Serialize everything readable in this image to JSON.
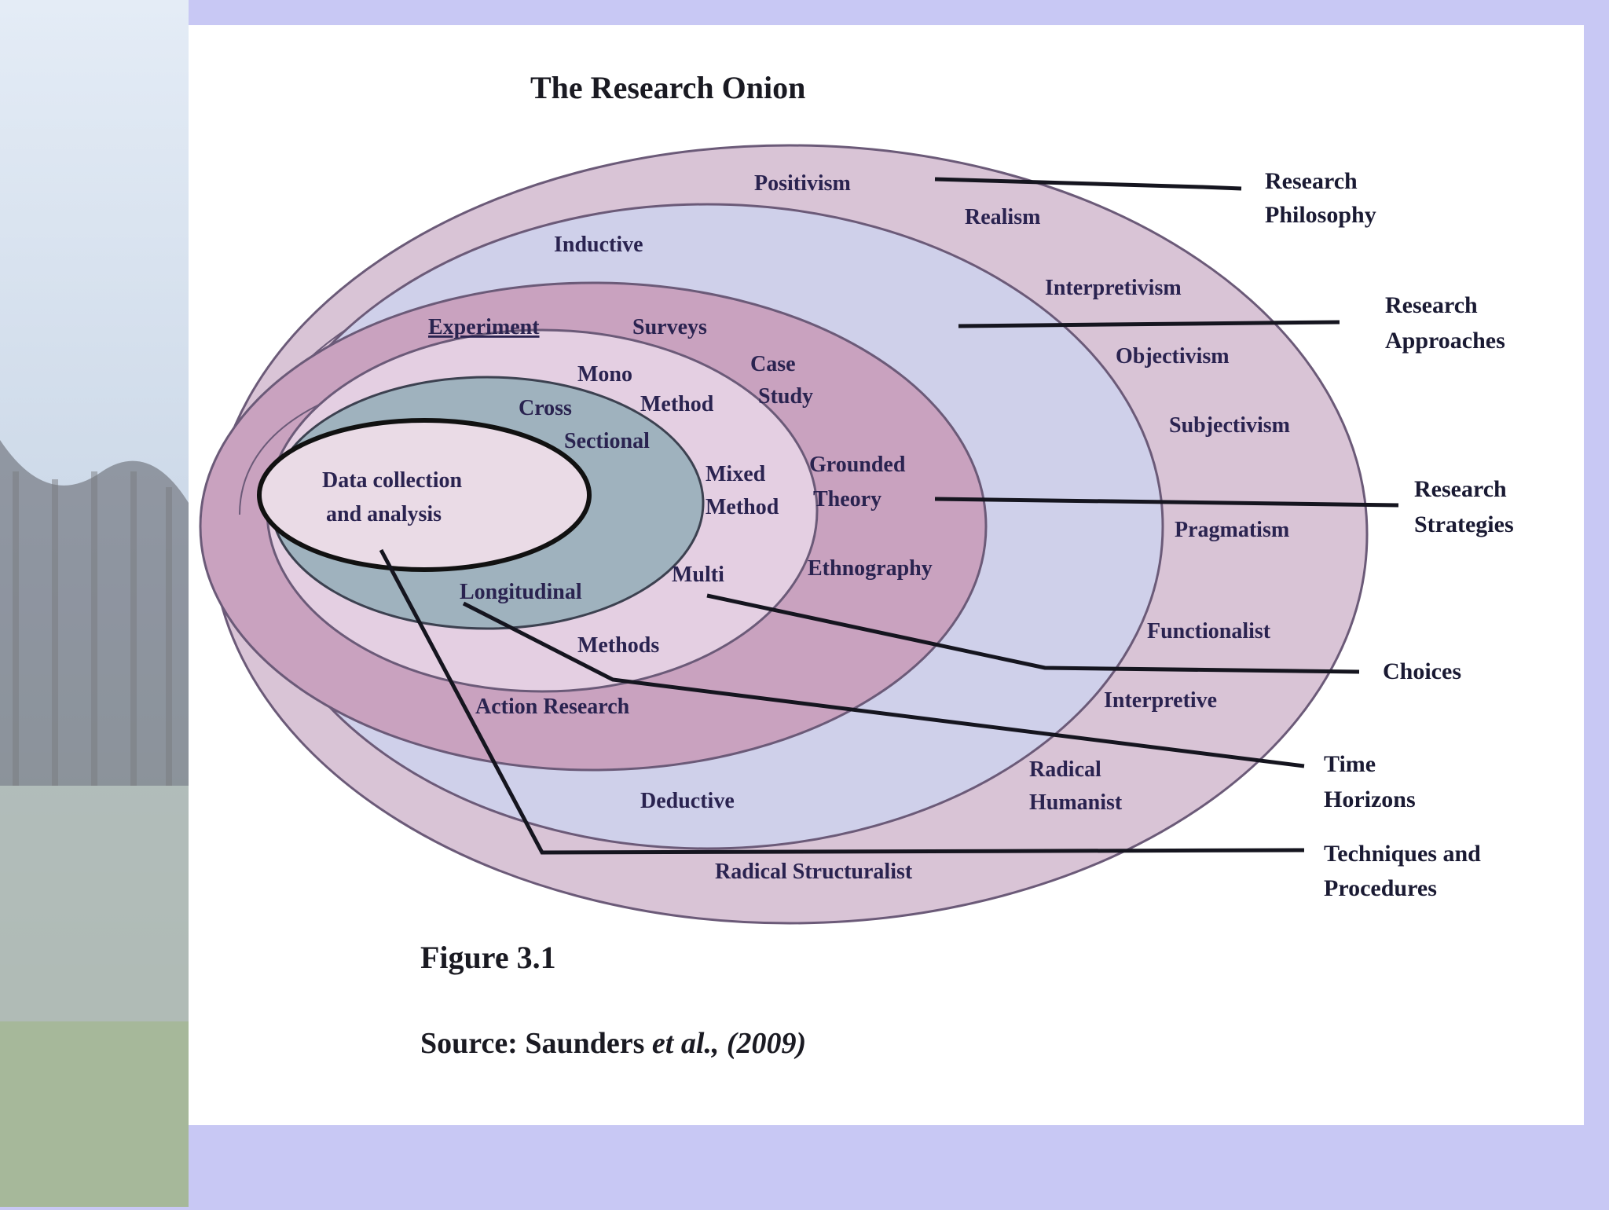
{
  "diagram": {
    "title": "The Research Onion",
    "figure_label": "Figure 3.1",
    "source": {
      "prefix": "Source: Saunders ",
      "authors_italic": "et al.,",
      "year": " (2009)"
    },
    "philosophy_layer": [
      "Positivism",
      "Realism",
      "Interpretivism",
      "Objectivism",
      "Subjectivism",
      "Pragmatism",
      "Functionalist",
      "Interpretive",
      "Radical",
      "Humanist",
      "Radical Structuralist"
    ],
    "approach_layer": [
      "Inductive",
      "Deductive"
    ],
    "strategy_layer": [
      "Experiment",
      "Surveys",
      "Case",
      "Study",
      "Grounded",
      "Theory",
      "Ethnography",
      "Action Research"
    ],
    "choice_layer": [
      "Mono",
      "Method",
      "Mixed",
      "Method",
      "Multi",
      "Methods"
    ],
    "time_layer": [
      "Cross",
      "Sectional",
      "Longitudinal"
    ],
    "core": [
      "Data collection",
      "and analysis"
    ],
    "side_labels": [
      [
        "Research",
        "Philosophy"
      ],
      [
        "Research",
        "Approaches"
      ],
      [
        "Research",
        "Strategies"
      ],
      [
        "Choices"
      ],
      [
        "Time",
        "Horizons"
      ],
      [
        "Techniques and",
        "Procedures"
      ]
    ],
    "colors": {
      "background": "#c8c8f4",
      "outer_layer": "#d9c4d6",
      "approach_layer": "#cfd0ea",
      "strategy_layer": "#c9a2bf",
      "choice_layer": "#e4cfe2",
      "time_layer": "#9fb2be",
      "core": "#eadbe6"
    }
  }
}
